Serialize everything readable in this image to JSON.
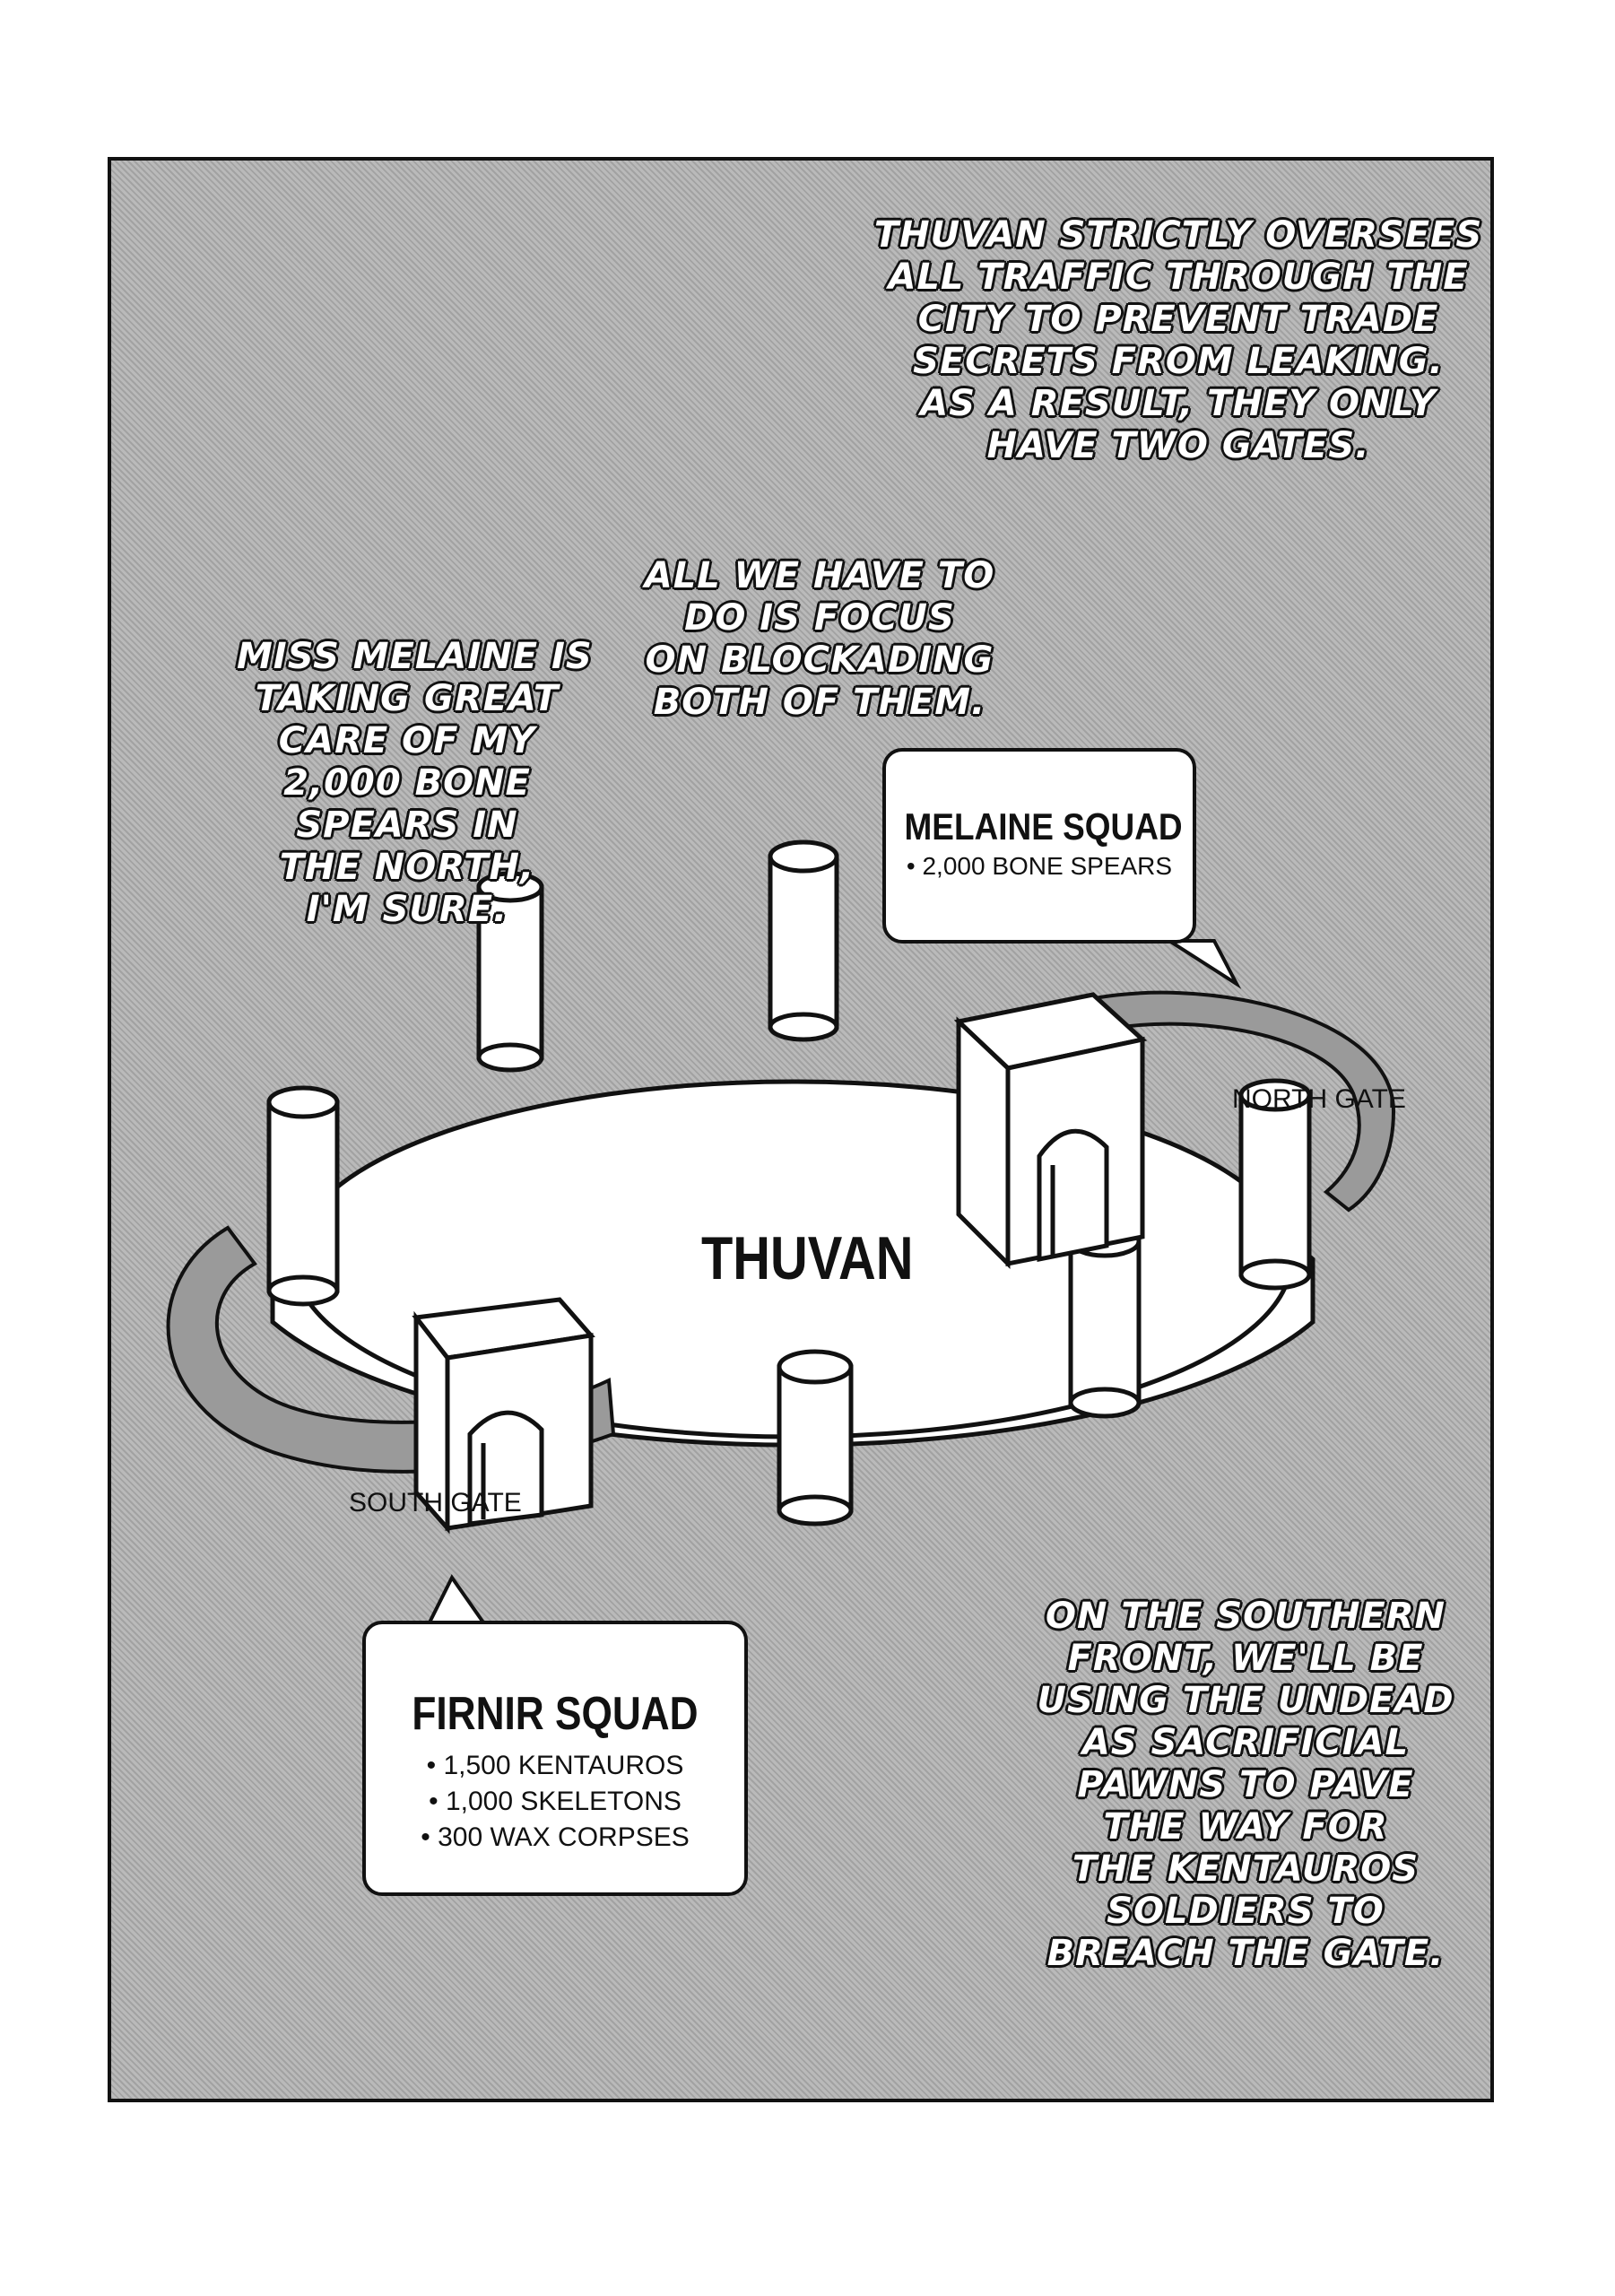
{
  "narration": {
    "top_right": [
      "THUVAN STRICTLY OVERSEES",
      "ALL TRAFFIC THROUGH THE",
      "CITY TO PREVENT TRADE",
      "SECRETS FROM LEAKING.",
      "AS A RESULT, THEY ONLY",
      "HAVE TWO GATES."
    ],
    "center": [
      "ALL WE HAVE TO",
      "DO IS FOCUS",
      "ON BLOCKADING",
      "BOTH OF THEM."
    ],
    "left": [
      "MISS MELAINE IS",
      "TAKING GREAT",
      "CARE OF MY",
      "2,000 BONE",
      "SPEARS IN",
      "THE NORTH,",
      "I'M SURE."
    ],
    "bottom_right": [
      "ON THE SOUTHERN",
      "FRONT, WE'LL BE",
      "USING THE UNDEAD",
      "AS SACRIFICIAL",
      "PAWNS TO PAVE",
      "THE WAY FOR",
      "THE KENTAUROS",
      "SOLDIERS TO",
      "BREACH THE GATE."
    ]
  },
  "melaine_box": {
    "title": "MELAINE SQUAD",
    "items": [
      "• 2,000 BONE SPEARS"
    ]
  },
  "firnir_box": {
    "title": "FIRNIR SQUAD",
    "items": [
      "• 1,500 KENTAUROS",
      "• 1,000 SKELETONS",
      "• 300 WAX CORPSES"
    ]
  },
  "map": {
    "city_name": "THUVAN",
    "north_gate_label": "NORTH GATE",
    "south_gate_label": "SOUTH GATE"
  }
}
